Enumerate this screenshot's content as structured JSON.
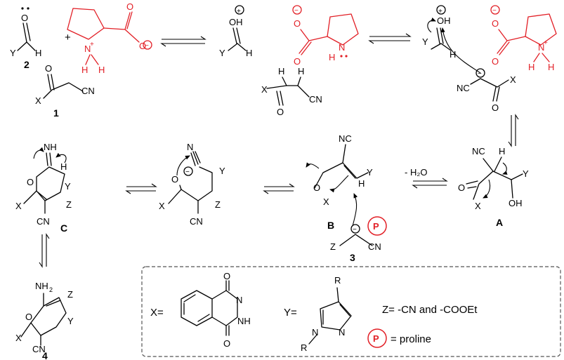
{
  "compounds": {
    "cmp_2": "2",
    "cmp_1": "1",
    "cmp_3": "3",
    "cmp_4": "4",
    "int_A": "A",
    "int_B": "B",
    "int_C": "C"
  },
  "atoms": {
    "O": "O",
    "OH": "OH",
    "H": "H",
    "N": "N",
    "NH": "NH",
    "NH2_N": "NH",
    "two": "2",
    "X": "X",
    "Y": "Y",
    "Z": "Z",
    "CN": "CN",
    "NC": "NC",
    "plus": "+",
    "minus": "−",
    "P": "P"
  },
  "step_labels": {
    "dehydration": "- H₂O"
  },
  "legend": {
    "x_label": "X=",
    "y_label": "Y=",
    "z_def": "Z= -CN and -COOEt",
    "p_def": "= proline",
    "R": "R",
    "N": "N",
    "NH": "NH",
    "O": "O"
  },
  "colors": {
    "proline": "#e21f26",
    "ink": "#000000"
  }
}
